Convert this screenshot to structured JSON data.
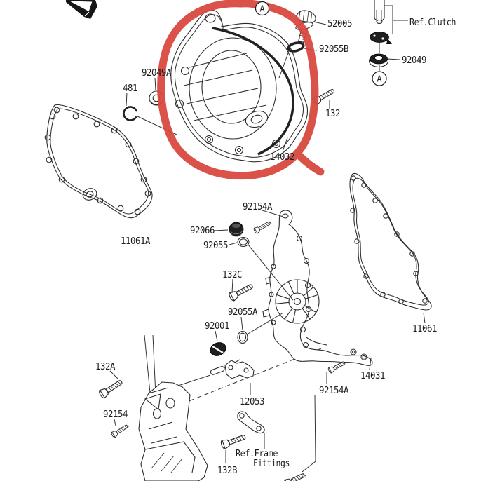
{
  "diagram": {
    "type": "exploded-parts-diagram",
    "annotation_color": "#d7453b",
    "line_color": "#2b2b2b",
    "markers": {
      "a": "A"
    },
    "labels": {
      "p52005": "52005",
      "p92055B": "92055B",
      "refClutch": "Ref.Clutch",
      "p92049": "92049",
      "p92049A": "92049A",
      "p481": "481",
      "p132": "132",
      "p14032": "14032",
      "p11061A": "11061A",
      "p92154A_1": "92154A",
      "p92066": "92066",
      "p92055": "92055",
      "p132C": "132C",
      "p92055A": "92055A",
      "p92001": "92001",
      "p11061": "11061",
      "p14031": "14031",
      "p92154A_2": "92154A",
      "p12053": "12053",
      "p132A": "132A",
      "p92154": "92154",
      "p132B": "132B",
      "refFrame1": "Ref.Frame",
      "refFrame2": "Fittings"
    }
  }
}
